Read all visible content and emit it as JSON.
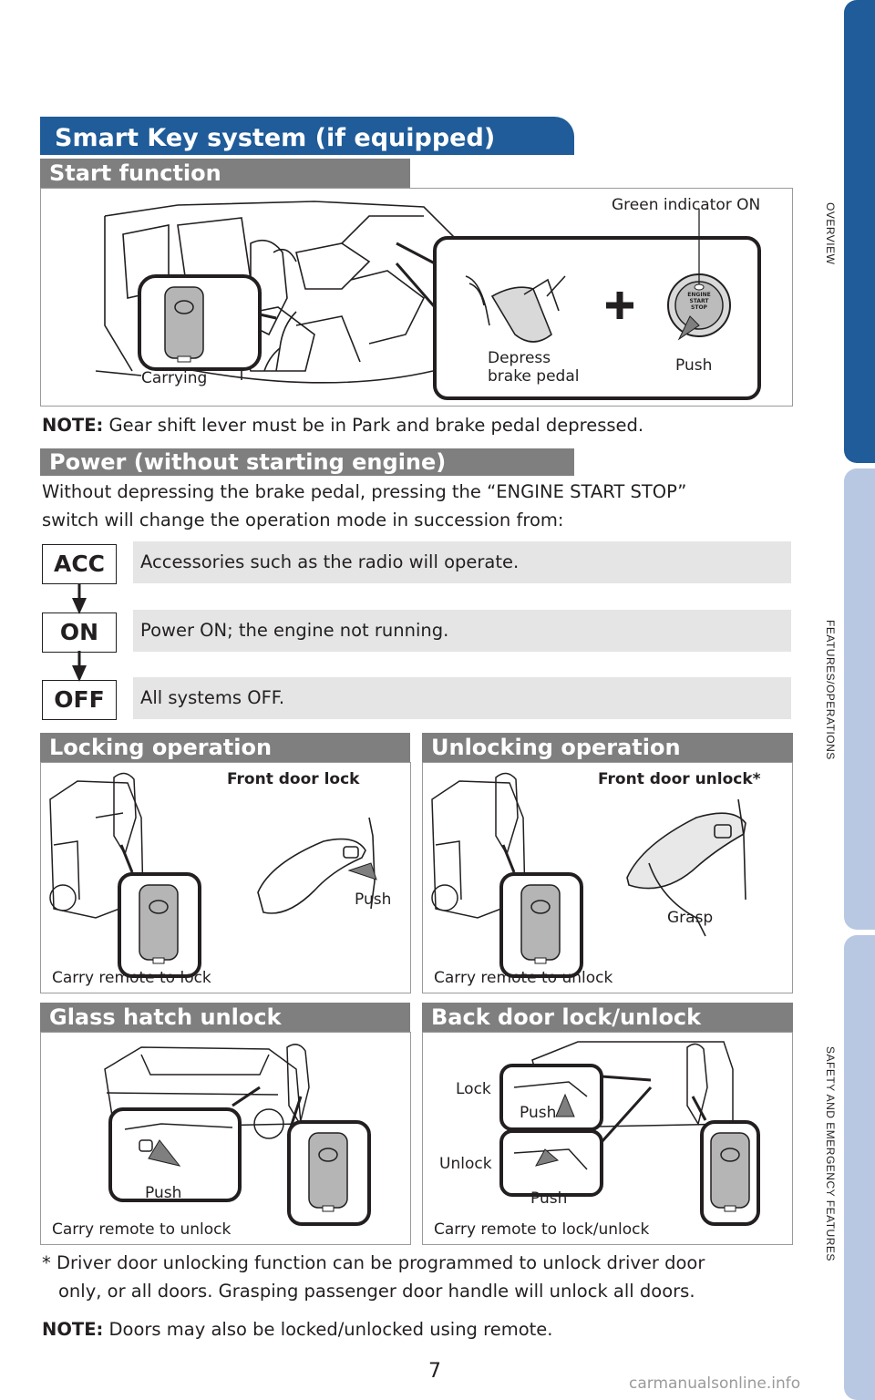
{
  "side_tabs": [
    "OVERVIEW",
    "FEATURES/OPERATIONS",
    "SAFETY AND EMERGENCY FEATURES"
  ],
  "title": "Smart Key system (if equipped)",
  "start": {
    "heading": "Start function",
    "green_indicator": "Green indicator ON",
    "carrying": "Carrying",
    "depress": "Depress",
    "brake_pedal": "brake pedal",
    "push": "Push",
    "button_line1": "ENGINE",
    "button_line2": "START",
    "button_line3": "STOP"
  },
  "note1": {
    "label": "NOTE:",
    "text": " Gear shift lever must be in Park and brake pedal depressed."
  },
  "power": {
    "heading": "Power (without starting engine)",
    "line1": "Without depressing the brake pedal, pressing the “ENGINE START STOP”",
    "line2": "switch will change the operation mode in succession from:",
    "modes": [
      {
        "name": "ACC",
        "desc": "Accessories such as the radio will operate."
      },
      {
        "name": "ON",
        "desc": "Power ON; the engine not running."
      },
      {
        "name": "OFF",
        "desc": "All systems OFF."
      }
    ]
  },
  "locking": {
    "heading": "Locking operation",
    "sub": "Front door lock",
    "push": "Push",
    "carry": "Carry remote to lock"
  },
  "unlocking": {
    "heading": "Unlocking operation",
    "sub": "Front door unlock*",
    "grasp": "Grasp",
    "carry": "Carry remote to unlock"
  },
  "glass": {
    "heading": "Glass hatch unlock",
    "push": "Push",
    "carry": "Carry remote to unlock"
  },
  "backdoor": {
    "heading": "Back door lock/unlock",
    "lock": "Lock",
    "unlock": "Unlock",
    "push": "Push",
    "carry": "Carry remote to lock/unlock"
  },
  "footnote": {
    "line1": "* Driver door unlocking function can be programmed to unlock driver door",
    "line2": "only, or all doors. Grasping passenger door handle will unlock all doors."
  },
  "note2": {
    "label": "NOTE:",
    "text": " Doors may also be locked/unlocked using remote."
  },
  "page_number": "7",
  "watermark": "carmanualsonline.info"
}
